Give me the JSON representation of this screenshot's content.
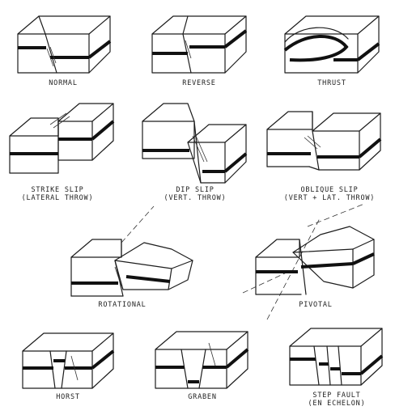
{
  "figure": {
    "panels": [
      {
        "id": "normal",
        "label": "NORMAL"
      },
      {
        "id": "reverse",
        "label": "REVERSE"
      },
      {
        "id": "thrust",
        "label": "THRUST"
      },
      {
        "id": "strike_slip",
        "label": "STRIKE SLIP",
        "sublabel": "(LATERAL THROW)"
      },
      {
        "id": "dip_slip",
        "label": "DIP SLIP",
        "sublabel": "(VERT. THROW)"
      },
      {
        "id": "oblique_slip",
        "label": "OBLIQUE SLIP",
        "sublabel": "(VERT + LAT. THROW)"
      },
      {
        "id": "rotational",
        "label": "ROTATIONAL"
      },
      {
        "id": "pivotal",
        "label": "PIVOTAL"
      },
      {
        "id": "horst",
        "label": "HORST"
      },
      {
        "id": "graben",
        "label": "GRABEN"
      },
      {
        "id": "step_fault",
        "label": "STEP FAULT",
        "sublabel": "(EN ECHELON)"
      }
    ]
  }
}
